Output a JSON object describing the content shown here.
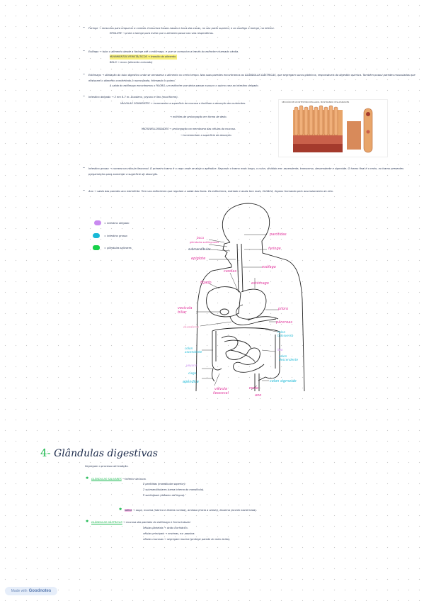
{
  "notes": {
    "faringe": "Faringe → músculos para empurrar a comida. Comunica fossas nasais e boca das cavas, no seu parte superior, e ao esofágo e laringe, na inferior.",
    "epiglote": "EPIGLOTE → prote a laringe para evitar que o alimento passe nas vias respiratórias.",
    "esofago": "Esófago → tubo o alimento desde a faringe até o estômago, e que se comunica a través do esfincter chamado cárdia.",
    "esofago_sub1": "MOVIMIENTOS PERISTÁLTICOS → transito do alimento.",
    "esofago_sub2": "BOLO → moco (alimento colocado)",
    "estomago": "Estômago → dilatação do tubo digestivo onde se armazena o alimento no certo tempo. Nas suas paredes encontramos as GLÂNDULAS GÁSTRICAS, que segregam sucos gástricos, responsáveis da digestão química. Também possui paredes musculadas que misturam o alimento convertindo-o numa pasta, formando o quimo.",
    "estomago2": "A saída do estômago encontramos o PILORO, um esfíncter que deixa passar a pouco o quimo cara ao intestino delgado.",
    "intestino_delgado": "Intestino delgado → 2 em 8-7 m. Duodeno, yeyuno e ileo (muciforme).",
    "valvulas": "VÁLVULAS CONIVENTES → incrementar a superfície de mucosa e facilitam a absorção dos nutrientes.",
    "vellosidades": "→ milhões de prolongação em forma de dedo.",
    "micro": "MICROVELLOSIDADES → prolongação na membrana das células da mucosa.",
    "micro2": "→ incrementam a superfície de absorção.",
    "intestino_grosso": "Intestino grosso → comeza na válvula ileocecal. O primeiro tramo é o cego onde se aloja o apêndice. Segundo o tramo mais longo, o colon, dividido em: ascendente, transverso, descendente e sigmoide. O tramo final é o recto, no tramo presentes pregamentos para aumentar a superfície de absorção.",
    "ano": "Ano → saída das paredes ano estrinfinte. Tem vas esfíncteres que regulam a saída das fezes. Os esfíncteres, estriado e anais tem mais, CLOACA, órgano formando pelo acumulamento do reto."
  },
  "figure_title": "SECCIÓN DE UN INTESTINO DELGADO, MOSTRANDO VELLOSIDADES",
  "legend": [
    {
      "label": "= intestino delgado",
      "color": "#c98af0"
    },
    {
      "label": "= intestino grosso",
      "color": "#19b8d6"
    },
    {
      "label": "= glândulas salivares",
      "color": "#18d14a"
    }
  ],
  "diagram_labels": {
    "boca": "boca",
    "glandulas_sublinguales": "glándulas sublinguales",
    "submandibular": "submandibular",
    "parotidas": "parótidas",
    "faringe": "faringe",
    "epiglote": "epiglote",
    "esofago": "esófago",
    "cardias": "cardias",
    "higado": "fígado",
    "estomago": "estômago",
    "vesicula": "vesícula biliar",
    "piloro": "piloro",
    "duodeno": "duodeno",
    "pancreas": "pâncreas",
    "colon_transverso": "colon transverso",
    "colon_ascendente": "colon ascendente",
    "ileo": "ileo",
    "yeyuno": "yeyuno",
    "colon_descendente": "colon descendente",
    "ciego": "ciego",
    "apendice": "apêndice",
    "valvula_ileocecal": "válvula ileocecal",
    "recto": "recto",
    "ano": "ano",
    "colon_sigmoide": "colon sigmoide"
  },
  "section4": {
    "number": "4-",
    "title": "Glândulas digestivas",
    "intro": "Segregam o processo de tradição.",
    "salivares_head": "GLÂNDULAS SALIVARES",
    "salivares_text": "→ interior da boca.",
    "salivares_1": "2 parótidas (mandibular superior).",
    "salivares_2": "2 submandibulares (rama interna da mandíbula).",
    "salivares_3": "2 sublinguais (debaixo da língua).",
    "saliva_word": "saliva",
    "saliva_text": "→ auga, mucina (lubrica e liberta comida), amilasa (inicia a amido), lisozima (acción bactericida).",
    "gastricas_head": "GLÂNDULAS GÁSTRICAS",
    "gastricas_text": "→ mucosa das paredes do estômago e forma tubular",
    "gastricas_1": "células parietais → ácido clorhídrico.",
    "gastricas_2": "células principais → enzimas, ex: pepsina.",
    "gastricas_3": "células mucosas → segregam mucina (protege parede do meio ácido)."
  },
  "badge": {
    "prefix": "Made with",
    "brand": "Goodnotes"
  },
  "colors": {
    "ink": "#1b2a4a",
    "pink": "#e0309a",
    "cyan": "#19b8d6",
    "green": "#18b84e",
    "highlight_yellow": "#f7ef7a",
    "highlight_green": "#b9f0a8"
  }
}
